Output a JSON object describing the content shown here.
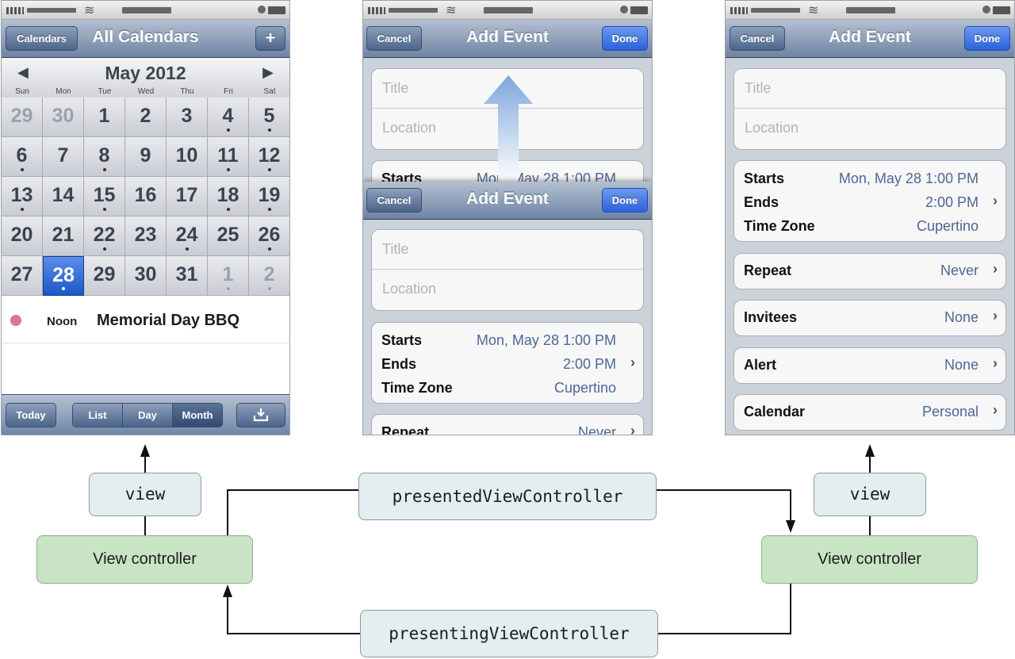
{
  "calendar_screen": {
    "nav": {
      "left_button": "Calendars",
      "title": "All Calendars",
      "right_button": "+"
    },
    "month_title": "May 2012",
    "prev_icon": "◀",
    "next_icon": "▶",
    "weekdays": [
      "Sun",
      "Mon",
      "Tue",
      "Wed",
      "Thu",
      "Fri",
      "Sat"
    ],
    "days": [
      {
        "n": "29",
        "other": true,
        "dot": false
      },
      {
        "n": "30",
        "other": true,
        "dot": false
      },
      {
        "n": "1",
        "other": false,
        "dot": false
      },
      {
        "n": "2",
        "other": false,
        "dot": false
      },
      {
        "n": "3",
        "other": false,
        "dot": false
      },
      {
        "n": "4",
        "other": false,
        "dot": true
      },
      {
        "n": "5",
        "other": false,
        "dot": true
      },
      {
        "n": "6",
        "other": false,
        "dot": true
      },
      {
        "n": "7",
        "other": false,
        "dot": false
      },
      {
        "n": "8",
        "other": false,
        "dot": true
      },
      {
        "n": "9",
        "other": false,
        "dot": false
      },
      {
        "n": "10",
        "other": false,
        "dot": false
      },
      {
        "n": "11",
        "other": false,
        "dot": true
      },
      {
        "n": "12",
        "other": false,
        "dot": true
      },
      {
        "n": "13",
        "other": false,
        "dot": true
      },
      {
        "n": "14",
        "other": false,
        "dot": false
      },
      {
        "n": "15",
        "other": false,
        "dot": true
      },
      {
        "n": "16",
        "other": false,
        "dot": false
      },
      {
        "n": "17",
        "other": false,
        "dot": false
      },
      {
        "n": "18",
        "other": false,
        "dot": true
      },
      {
        "n": "19",
        "other": false,
        "dot": true
      },
      {
        "n": "20",
        "other": false,
        "dot": false
      },
      {
        "n": "21",
        "other": false,
        "dot": false
      },
      {
        "n": "22",
        "other": false,
        "dot": true
      },
      {
        "n": "23",
        "other": false,
        "dot": false
      },
      {
        "n": "24",
        "other": false,
        "dot": true
      },
      {
        "n": "25",
        "other": false,
        "dot": false
      },
      {
        "n": "26",
        "other": false,
        "dot": true
      },
      {
        "n": "27",
        "other": false,
        "dot": false
      },
      {
        "n": "28",
        "other": false,
        "dot": true,
        "selected": true
      },
      {
        "n": "29",
        "other": false,
        "dot": false
      },
      {
        "n": "30",
        "other": false,
        "dot": false
      },
      {
        "n": "31",
        "other": false,
        "dot": false
      },
      {
        "n": "1",
        "other": true,
        "dot": true
      },
      {
        "n": "2",
        "other": true,
        "dot": true
      }
    ],
    "event": {
      "time": "Noon",
      "title": "Memorial Day BBQ",
      "color": "#d57b8c"
    },
    "toolbar": {
      "today": "Today",
      "segments": [
        "List",
        "Day",
        "Month"
      ],
      "active_segment": "Month",
      "action_icon": "download-tray-icon"
    }
  },
  "add_event_screen": {
    "nav": {
      "left_button": "Cancel",
      "title": "Add Event",
      "right_button": "Done"
    },
    "title_placeholder": "Title",
    "location_placeholder": "Location",
    "starts_label": "Starts",
    "starts_value": "Mon, May 28  1:00 PM",
    "ends_label": "Ends",
    "ends_value": "2:00 PM",
    "timezone_label": "Time Zone",
    "timezone_value": "Cupertino",
    "repeat_label": "Repeat",
    "repeat_value": "Never",
    "invitees_label": "Invitees",
    "invitees_value": "None",
    "alert_label": "Alert",
    "alert_value": "None",
    "calendar_label": "Calendar",
    "calendar_value": "Personal",
    "chevron": "›"
  },
  "diagram": {
    "left_view": "view",
    "left_vc": "View controller",
    "right_view": "view",
    "right_vc": "View controller",
    "presented_property": "presentedViewController",
    "presenting_property": "presentingViewController"
  }
}
